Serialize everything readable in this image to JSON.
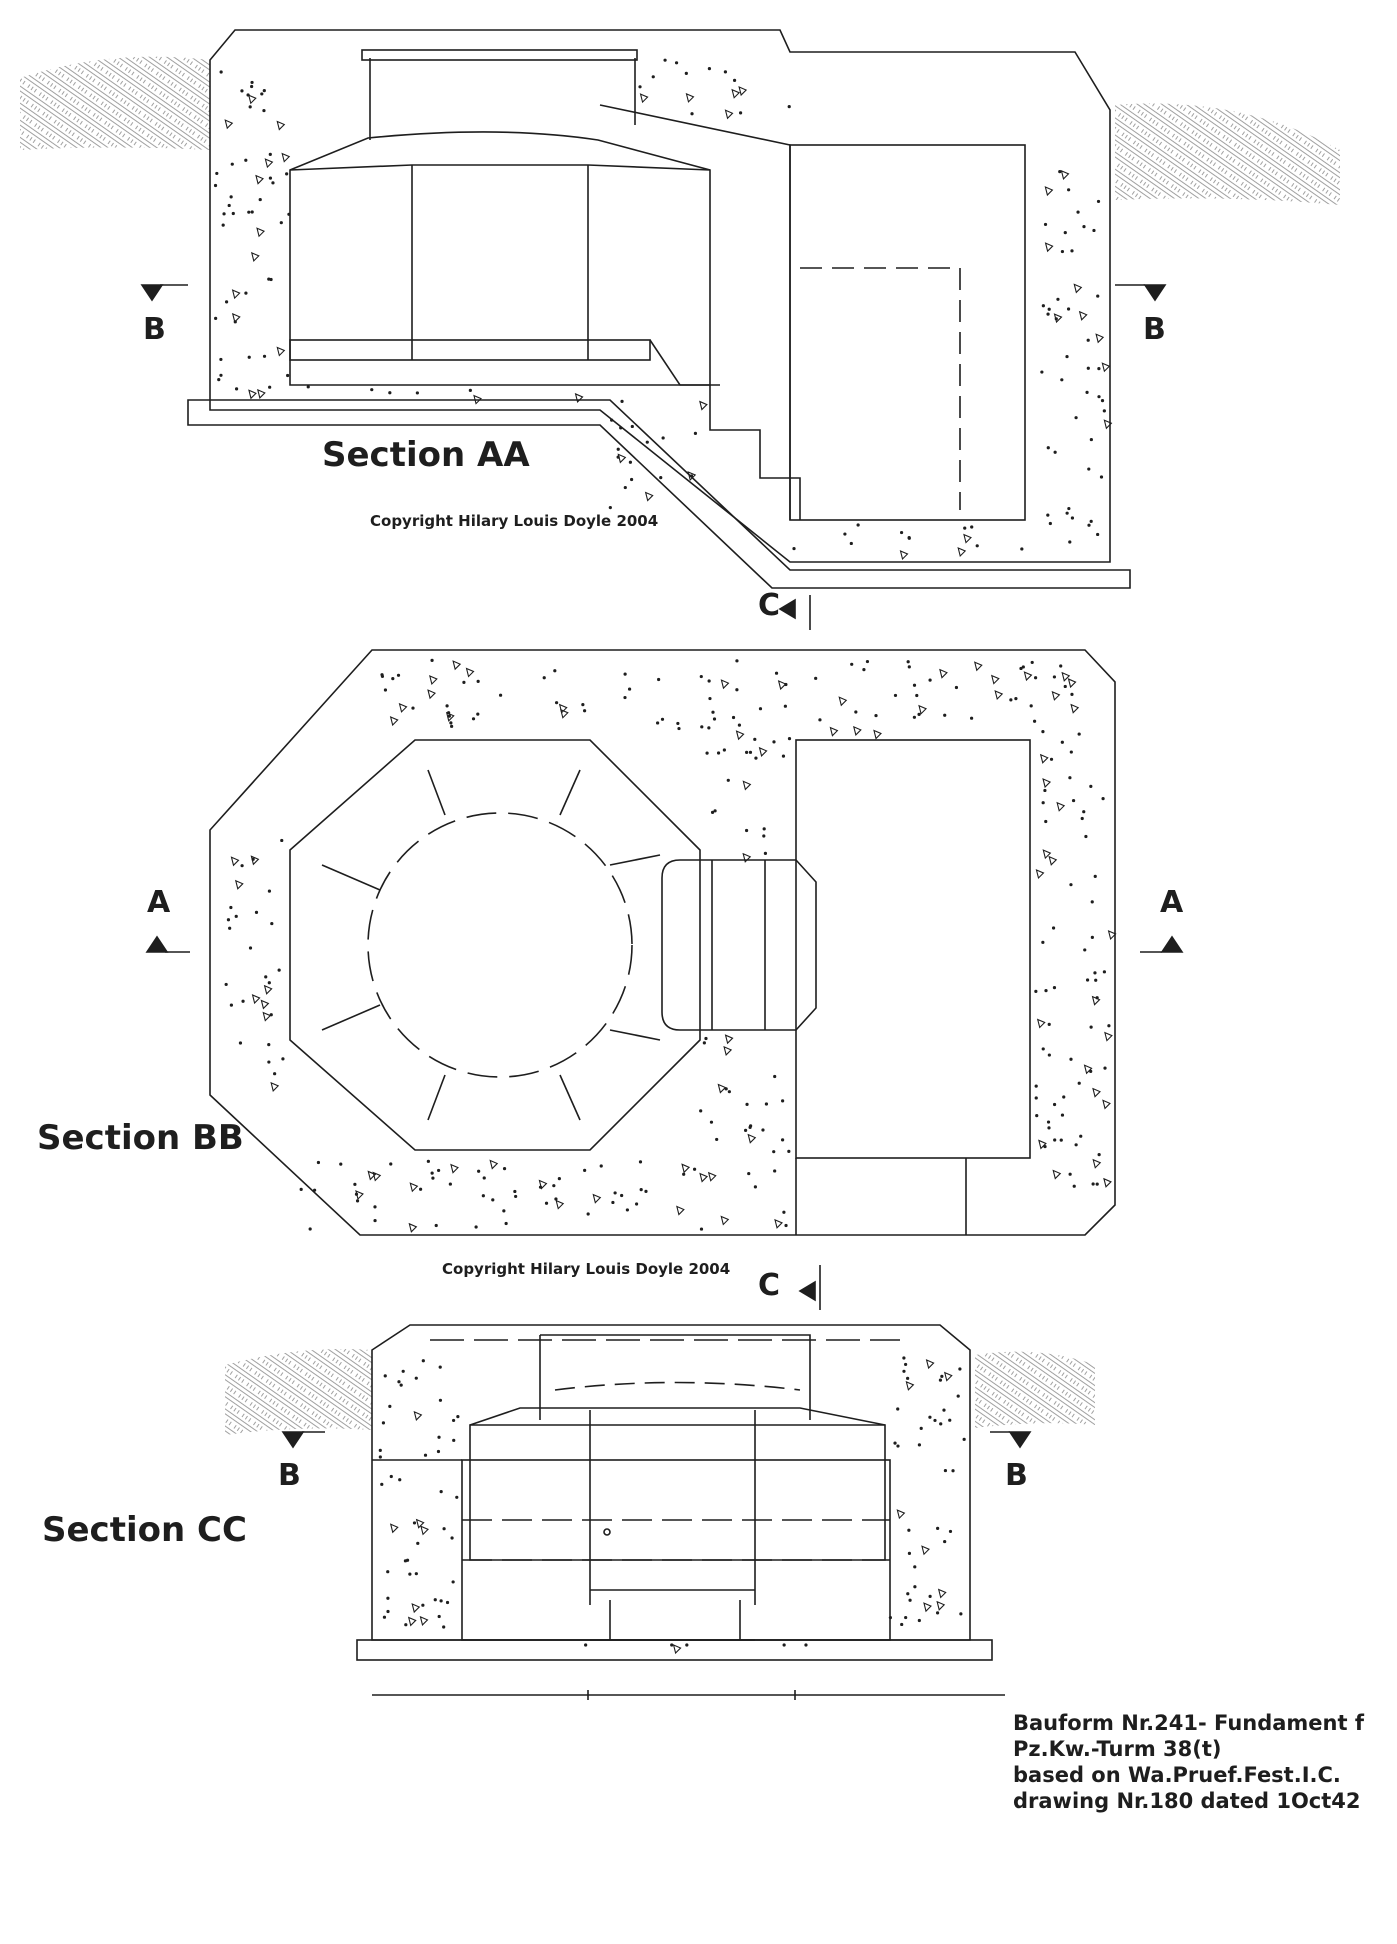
{
  "sections": {
    "aa": {
      "title": "Section AA",
      "copyright": "Copyright Hilary Louis Doyle 2004"
    },
    "bb": {
      "title": "Section BB",
      "copyright": "Copyright Hilary Louis Doyle 2004"
    },
    "cc": {
      "title": "Section CC"
    }
  },
  "markers": {
    "aa_left": "B",
    "aa_right": "B",
    "aa_bottom": "C",
    "bb_left": "A",
    "bb_right": "A",
    "bb_bottom": "C",
    "cc_left": "B",
    "cc_right": "B"
  },
  "notes": [
    "Bauform Nr.241- Fundament f",
    "Pz.Kw.-Turm 38(t)",
    "based on Wa.Pruef.Fest.I.C.",
    "drawing Nr.180 dated 1Oct42"
  ],
  "colors": {
    "ink": "#1e1e1e",
    "ground": "#9a9a9a",
    "paper": "#ffffff"
  }
}
